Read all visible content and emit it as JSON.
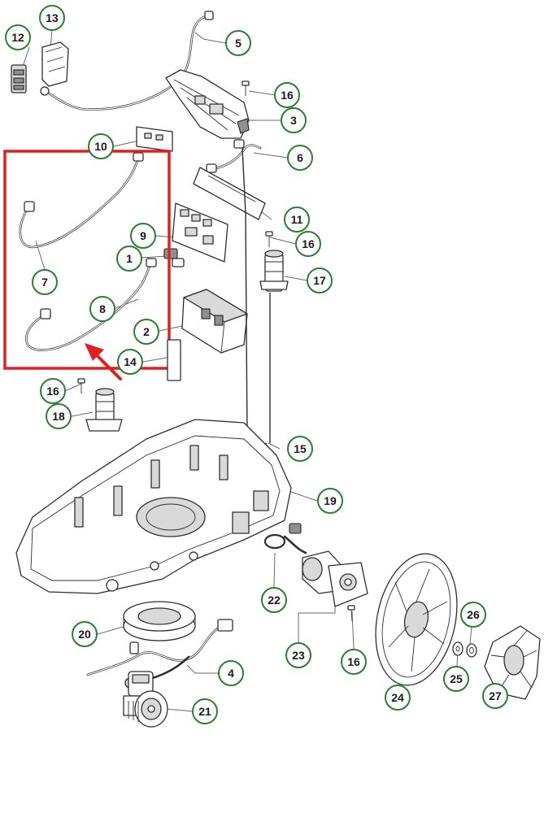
{
  "colors": {
    "callout_ring": "#2e7d32",
    "highlight": "#e02020",
    "line_art": "#2e2e2e"
  },
  "callouts": [
    {
      "id": "c12",
      "label": "12",
      "part": "connector-plate"
    },
    {
      "id": "c13",
      "label": "13",
      "part": "bracket"
    },
    {
      "id": "c5",
      "label": "5",
      "part": "long-cable"
    },
    {
      "id": "c16a",
      "label": "16",
      "part": "screw"
    },
    {
      "id": "c3",
      "label": "3",
      "part": "upper-mount"
    },
    {
      "id": "c10",
      "label": "10",
      "part": "small-board"
    },
    {
      "id": "c6",
      "label": "6",
      "part": "sensor-cable"
    },
    {
      "id": "c11",
      "label": "11",
      "part": "strip-board"
    },
    {
      "id": "c9",
      "label": "9",
      "part": "main-board"
    },
    {
      "id": "c16b",
      "label": "16",
      "part": "screw"
    },
    {
      "id": "c1",
      "label": "1",
      "part": "plug"
    },
    {
      "id": "c17",
      "label": "17",
      "part": "height-motor"
    },
    {
      "id": "c7",
      "label": "7",
      "part": "cable-7"
    },
    {
      "id": "c8",
      "label": "8",
      "part": "cable-8"
    },
    {
      "id": "c2",
      "label": "2",
      "part": "battery-box"
    },
    {
      "id": "c14",
      "label": "14",
      "part": "pad"
    },
    {
      "id": "c16c",
      "label": "16",
      "part": "screw"
    },
    {
      "id": "c18",
      "label": "18",
      "part": "cutting-motor"
    },
    {
      "id": "c15",
      "label": "15",
      "part": "long-wire"
    },
    {
      "id": "c19",
      "label": "19",
      "part": "chassis"
    },
    {
      "id": "c22",
      "label": "22",
      "part": "o-ring"
    },
    {
      "id": "c20",
      "label": "20",
      "part": "ring-seal"
    },
    {
      "id": "c26",
      "label": "26",
      "part": "nut"
    },
    {
      "id": "c23",
      "label": "23",
      "part": "wheel-motor"
    },
    {
      "id": "c16d",
      "label": "16",
      "part": "screw"
    },
    {
      "id": "c4",
      "label": "4",
      "part": "loop-cable"
    },
    {
      "id": "c25",
      "label": "25",
      "part": "washer"
    },
    {
      "id": "c24",
      "label": "24",
      "part": "wheel"
    },
    {
      "id": "c27",
      "label": "27",
      "part": "hub-cap"
    },
    {
      "id": "c21",
      "label": "21",
      "part": "drive-unit"
    }
  ]
}
